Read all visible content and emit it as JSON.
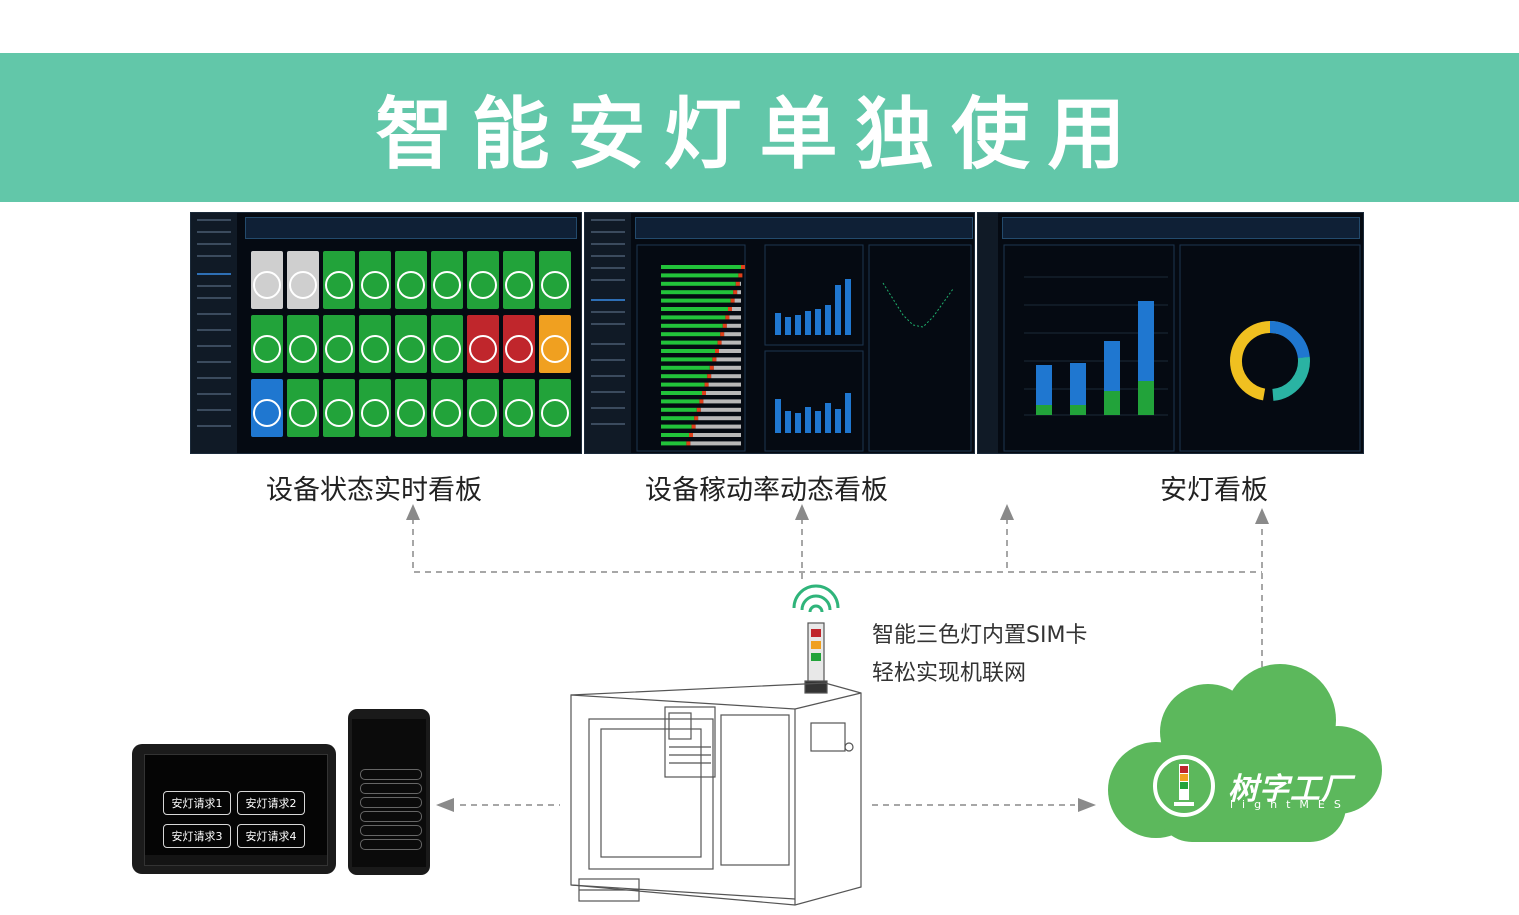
{
  "banner": {
    "title": "智能安灯单独使用",
    "color": "#62c7a9"
  },
  "screens": [
    {
      "label": "设备状态实时看板"
    },
    {
      "label": "设备稼动率动态看板"
    },
    {
      "label": "安灯看板"
    }
  ],
  "device": {
    "line1": "智能三色灯内置SIM卡",
    "line2": "轻松实现机联网"
  },
  "cloud": {
    "brand": "树字工厂",
    "sub": "lightMES",
    "color": "#5cb85c"
  },
  "tablet": {
    "buttons": [
      "安灯请求1",
      "安灯请求2",
      "安灯请求3",
      "安灯请求4"
    ]
  },
  "colors": {
    "green": "#22a33a",
    "red": "#c0262c",
    "orange": "#f0a020",
    "blue": "#1f77d0",
    "teal": "#2ab3a3"
  }
}
